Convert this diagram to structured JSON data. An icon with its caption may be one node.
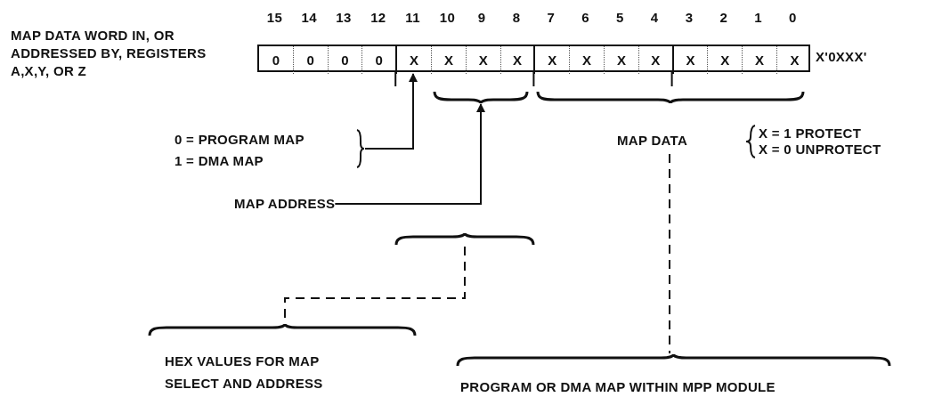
{
  "diagram": {
    "nodes": [
      {
        "text": [],
        "shape": "box"
      },
      {
        "text": [
          "0"
        ],
        "in": 0
      },
      {
        "text": [
          "0"
        ],
        "in": 0
      },
      {
        "text": [
          "0"
        ],
        "in": 0
      },
      {
        "text": [
          "0"
        ],
        "in": 0
      },
      {
        "text": [
          "X"
        ],
        "in": 0
      },
      {
        "text": [
          "X"
        ],
        "in": 0
      },
      {
        "text": [
          "X"
        ],
        "in": 0
      },
      {
        "text": [
          "X"
        ],
        "in": 0
      },
      {
        "text": [
          "X"
        ],
        "in": 0
      },
      {
        "text": [
          "X"
        ],
        "in": 0
      },
      {
        "text": [
          "X"
        ],
        "in": 0
      },
      {
        "text": [
          "X"
        ],
        "in": 0
      },
      {
        "text": [
          "X"
        ],
        "in": 0
      },
      {
        "text": [
          "X"
        ],
        "in": 0
      },
      {
        "text": [
          "X"
        ],
        "in": 0
      },
      {
        "text": [
          "X"
        ],
        "in": 0
      },
      {
        "text": [
          "0 = PROGRAM MAP",
          "1 = DMA MAP"
        ]
      },
      {
        "text": [
          "MAP ADDRESS"
        ]
      },
      {
        "text": [],
        "shape": "brace"
      },
      {
        "text": [
          "MAP DATA"
        ]
      },
      {
        "text": [],
        "shape": "brace"
      },
      {
        "text": [
          "HEX VALUES FOR MAP SELECT AND ADDRESS"
        ]
      },
      {
        "text": [
          "PROGRAM OR DMA MAP WITHIN MPP MODULE"
        ]
      }
    ],
    "edges": [
      {
        "from": 17,
        "to": 5,
        "arrow": "to"
      },
      {
        "from": 18,
        "to": 19,
        "arrow": "to"
      },
      {
        "from": 21,
        "to": 22,
        "arrow": "none",
        "style": "dashed"
      },
      {
        "from": 20,
        "to": 23,
        "arrow": "none",
        "style": "dashed"
      }
    ],
    "labels": [
      "MAP DATA WORD IN, OR ADDRESSED BY, REGISTERS A,X,Y, OR Z",
      "15",
      "14",
      "13",
      "12",
      "11",
      "10",
      "9",
      "8",
      "7",
      "6",
      "5",
      "4",
      "3",
      "2",
      "1",
      "0",
      "X'0XXX'",
      "X = 1 PROTECT",
      "X = 0 UNPROTECT"
    ]
  }
}
